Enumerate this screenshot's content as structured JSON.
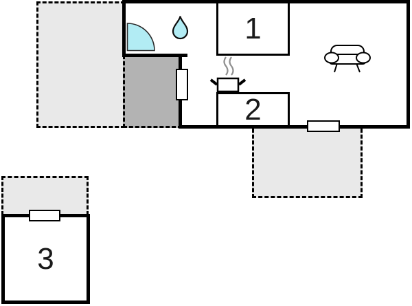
{
  "plan": {
    "type": "floor-plan",
    "rooms": [
      {
        "id": "room-1",
        "label": "1"
      },
      {
        "id": "room-2",
        "label": "2"
      },
      {
        "id": "room-3",
        "label": "3"
      }
    ],
    "symbols": {
      "bathroom_door": "door-swing-icon",
      "bathroom_water": "water-drop-icon",
      "kitchen_stove": "steaming-pot-icon",
      "living_sofa": "sofa-icon",
      "window_count": 3,
      "terrace_count": 3
    },
    "colors": {
      "wall": "#000000",
      "terrace_fill": "#e9e9e9",
      "hallway_fill": "#b3b3b3",
      "water": "#b2ecf4",
      "steam": "#8f8f8f",
      "background": "#ffffff"
    }
  }
}
